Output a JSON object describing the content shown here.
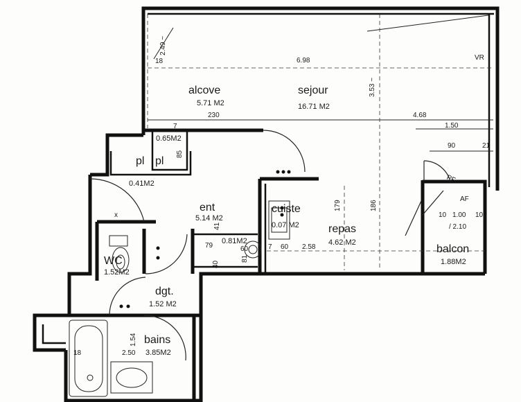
{
  "rooms": {
    "alcove": {
      "name": "alcove",
      "area": "5.71 M2"
    },
    "sejour": {
      "name": "sejour",
      "area": "16.71 M2"
    },
    "placard": {
      "name": "pl",
      "area": "0.65M2"
    },
    "placard2": {
      "name": "pl",
      "area": "0.41M2"
    },
    "entree": {
      "name": "ent",
      "area": "5.14 M2"
    },
    "cuisine": {
      "name": "cuiste",
      "area": "0.07 M2"
    },
    "repas": {
      "name": "repas",
      "area": "4.62 M2"
    },
    "balcon": {
      "name": "balcon",
      "area": "1.88M2"
    },
    "wc": {
      "name": "WC",
      "area": "1.52M2"
    },
    "degagement": {
      "name": "dgt.",
      "area": "1.52 M2"
    },
    "bains": {
      "name": "bains",
      "area": "3.85M2"
    },
    "cupboard": {
      "area": "0.81M2"
    }
  },
  "dimensions": {
    "d249": "2.49 ~",
    "d18a": "18",
    "d698": "6.98",
    "vr": "VR",
    "d353": "3.53 ~",
    "d230": "230",
    "d7": "7",
    "d468": "4.68",
    "d150": "1.50",
    "d85": "85",
    "d90": "90",
    "d21": "21",
    "pf": "PF",
    "af": "AF",
    "d10a": "10",
    "d100": "1.00",
    "d10b": "10",
    "d210": "/ 2.10",
    "d179": "179",
    "d186": "186",
    "d41": "41",
    "d79": "79",
    "d60a": "60",
    "d60b": "60",
    "d7b": "7",
    "d258": "2.58",
    "d81": "81",
    "d40": "40",
    "x": "x",
    "d154": "1.54",
    "d250": "2.50",
    "d18b": "18"
  }
}
